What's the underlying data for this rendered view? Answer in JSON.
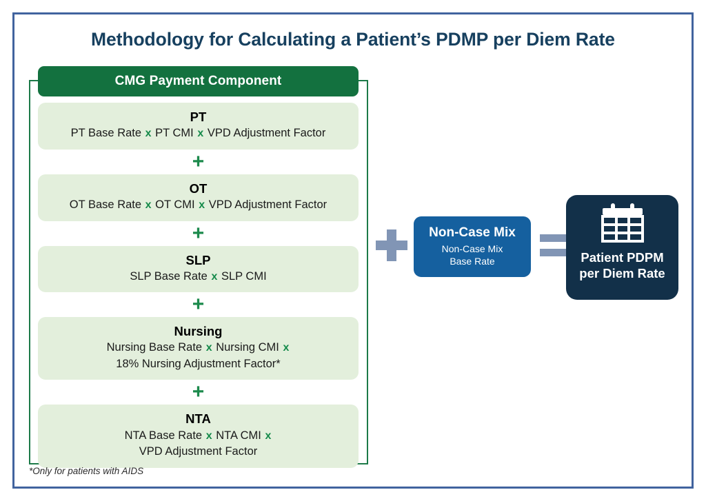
{
  "page": {
    "title": "Methodology for Calculating a Patient’s PDMP per Diem Rate",
    "footnote": "*Only for patients with AIDS",
    "frame_color": "#41639E"
  },
  "cmg": {
    "header_label": "CMG Payment Component",
    "header_color": "#13713F",
    "box_color": "#E3EFDC",
    "bracket_color": "#1C7A48",
    "multiply_symbol": "x",
    "plus_symbol": "+",
    "components": [
      {
        "name": "PT",
        "lines": [
          {
            "parts": [
              "PT Base Rate",
              "PT CMI",
              "VPD Adjustment Factor"
            ]
          }
        ]
      },
      {
        "name": "OT",
        "lines": [
          {
            "parts": [
              "OT Base Rate",
              "OT CMI",
              "VPD Adjustment Factor"
            ]
          }
        ]
      },
      {
        "name": "SLP",
        "lines": [
          {
            "parts": [
              "SLP Base Rate",
              "SLP CMI"
            ]
          }
        ]
      },
      {
        "name": "Nursing",
        "lines": [
          {
            "parts": [
              "Nursing Base Rate",
              "Nursing CMI",
              ""
            ]
          },
          {
            "parts": [
              "18% Nursing Adjustment Factor*"
            ]
          }
        ]
      },
      {
        "name": "NTA",
        "lines": [
          {
            "parts": [
              "NTA Base Rate",
              "NTA CMI",
              ""
            ]
          },
          {
            "parts": [
              "VPD Adjustment Factor"
            ]
          }
        ]
      }
    ]
  },
  "operators": {
    "plus_label": "+",
    "equals_label": "=",
    "color": "#8195B5"
  },
  "noncasemix": {
    "title": "Non-Case Mix",
    "subtitle_line1": "Non-Case Mix",
    "subtitle_line2": "Base Rate",
    "color": "#15609F"
  },
  "result": {
    "icon": "calendar-icon",
    "label_line1": "Patient PDPM",
    "label_line2": "per Diem Rate",
    "color": "#123049"
  }
}
